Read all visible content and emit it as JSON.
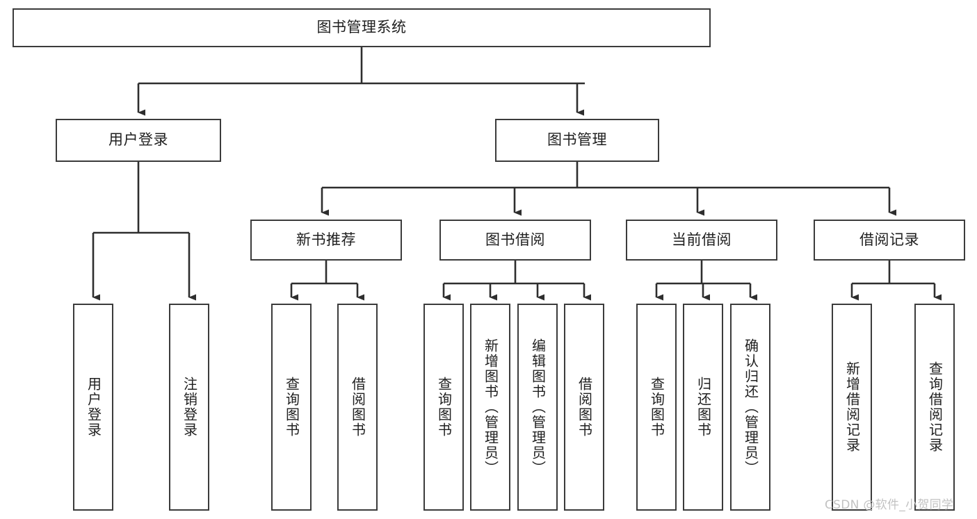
{
  "diagram": {
    "type": "tree-hierarchy",
    "title": "图书管理系统",
    "orientation": "top-down",
    "colors": {
      "stroke": "#3b3b3b",
      "fill": "#ffffff",
      "text": "#1f1f1f",
      "watermark": "#c2c2c2"
    },
    "root": {
      "label": "图书管理系统"
    },
    "level2": [
      {
        "label": "用户登录"
      },
      {
        "label": "图书管理"
      }
    ],
    "level3": [
      {
        "label": "新书推荐"
      },
      {
        "label": "图书借阅"
      },
      {
        "label": "当前借阅"
      },
      {
        "label": "借阅记录"
      }
    ],
    "leaves": {
      "user_login": [
        {
          "label": "用户登录"
        },
        {
          "label": "注销登录"
        }
      ],
      "new_book_recommend": [
        {
          "label": "查询图书"
        },
        {
          "label": "借阅图书"
        }
      ],
      "book_borrow": [
        {
          "label": "查询图书"
        },
        {
          "label": "新增图书（管理员）"
        },
        {
          "label": "编辑图书（管理员）"
        },
        {
          "label": "借阅图书"
        }
      ],
      "current_borrow": [
        {
          "label": "查询图书"
        },
        {
          "label": "归还图书"
        },
        {
          "label": "确认归还（管理员）"
        }
      ],
      "borrow_record": [
        {
          "label": "新增借阅记录"
        },
        {
          "label": "查询借阅记录"
        }
      ]
    }
  },
  "watermark": {
    "text": "CSDN @软件_小贺同学"
  }
}
